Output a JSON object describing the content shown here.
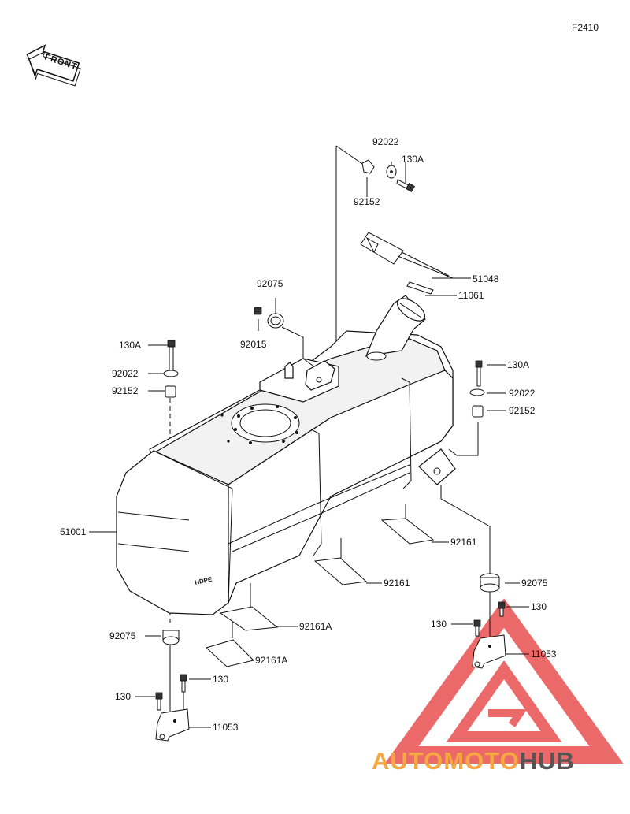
{
  "diagram_code": "F2410",
  "front_badge": "FRONT",
  "watermark": {
    "text_auto": "AUTO",
    "text_moto": "MOTO",
    "text_hub": "HUB",
    "color_triangle": "#e85050",
    "color_auto": "#f4a742",
    "color_hub": "#555555"
  },
  "labels": {
    "p92022_top": "92022",
    "p130A_top": "130A",
    "p92152_top": "92152",
    "p51048": "51048",
    "p11061": "11061",
    "p92075_top": "92075",
    "p92015": "92015",
    "p130A_left": "130A",
    "p92022_left": "92022",
    "p92152_left": "92152",
    "p130A_right": "130A",
    "p92022_right": "92022",
    "p92152_right": "92152",
    "p51001": "51001",
    "p92161_a": "92161",
    "p92161_b": "92161",
    "p92075_right": "92075",
    "p130_r1": "130",
    "p130_r2": "130",
    "p11053_right": "11053",
    "p92075_left": "92075",
    "p92161A_a": "92161A",
    "p92161A_b": "92161A",
    "p130_l1": "130",
    "p130_l2": "130",
    "p11053_left": "11053"
  },
  "tank_marking": "HDPE"
}
